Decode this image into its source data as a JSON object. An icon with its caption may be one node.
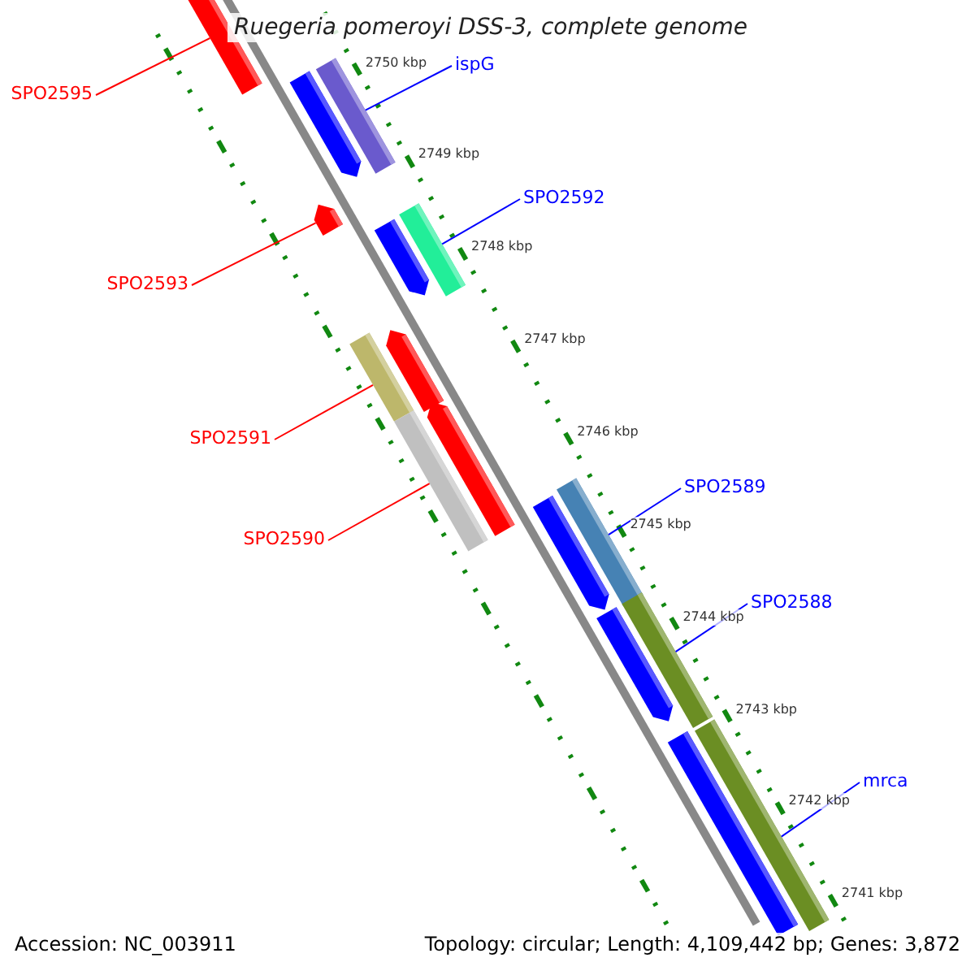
{
  "diagram": {
    "title": "Ruegeria pomeroyi DSS-3, complete genome",
    "nodes": [
      {
        "text": [
          "ispG"
        ]
      },
      {
        "text": [
          "SPO2595"
        ]
      },
      {
        "text": [
          "SPO2592"
        ]
      },
      {
        "text": [
          "SPO2593"
        ]
      },
      {
        "text": [
          "SPO2591"
        ]
      },
      {
        "text": [
          "SPO2589"
        ]
      },
      {
        "text": [
          "SPO2590"
        ]
      },
      {
        "text": [
          "SPO2588"
        ]
      },
      {
        "text": [
          "mrca"
        ]
      },
      {
        "text": [],
        "shape": "bar"
      },
      {
        "text": [],
        "shape": "bar"
      },
      {
        "text": [],
        "shape": "bar"
      },
      {
        "text": [],
        "shape": "bar"
      },
      {
        "text": [],
        "shape": "bar"
      },
      {
        "text": [],
        "shape": "bar"
      },
      {
        "text": [],
        "shape": "bar"
      },
      {
        "text": [],
        "shape": "bar"
      },
      {
        "text": [],
        "shape": "bar"
      },
      {
        "text": [],
        "shape": "bar"
      },
      {
        "text": [],
        "shape": "bar"
      },
      {
        "text": [],
        "shape": "bar"
      },
      {
        "text": [],
        "shape": "bar"
      },
      {
        "text": [],
        "shape": "bar"
      },
      {
        "text": [],
        "shape": "bar"
      },
      {
        "text": [],
        "shape": "bar"
      }
    ],
    "edges": [
      {
        "from": 0,
        "to": 10,
        "arrow": "none"
      },
      {
        "from": 1,
        "to": 9,
        "arrow": "none",
        "color": "#ff0000"
      },
      {
        "from": 2,
        "to": 12,
        "arrow": "none"
      },
      {
        "from": 3,
        "to": 11,
        "arrow": "none",
        "color": "#ff0000"
      },
      {
        "from": 4,
        "to": 13,
        "arrow": "none",
        "color": "#ff0000"
      },
      {
        "from": 5,
        "to": 15,
        "arrow": "none"
      },
      {
        "from": 6,
        "to": 14,
        "arrow": "none",
        "color": "#ff0000"
      },
      {
        "from": 7,
        "to": 16,
        "arrow": "none"
      },
      {
        "from": 8,
        "to": 17,
        "arrow": "none"
      }
    ],
    "labels": [
      "2750 kbp",
      "2749 kbp",
      "2748 kbp",
      "2747 kbp",
      "2746 kbp",
      "2745 kbp",
      "2744 kbp",
      "2743 kbp",
      "2742 kbp",
      "2741 kbp",
      "Accession: NC_003911",
      "Topology: circular; Length: 4,109,442 bp; Genes: 3,872"
    ]
  }
}
